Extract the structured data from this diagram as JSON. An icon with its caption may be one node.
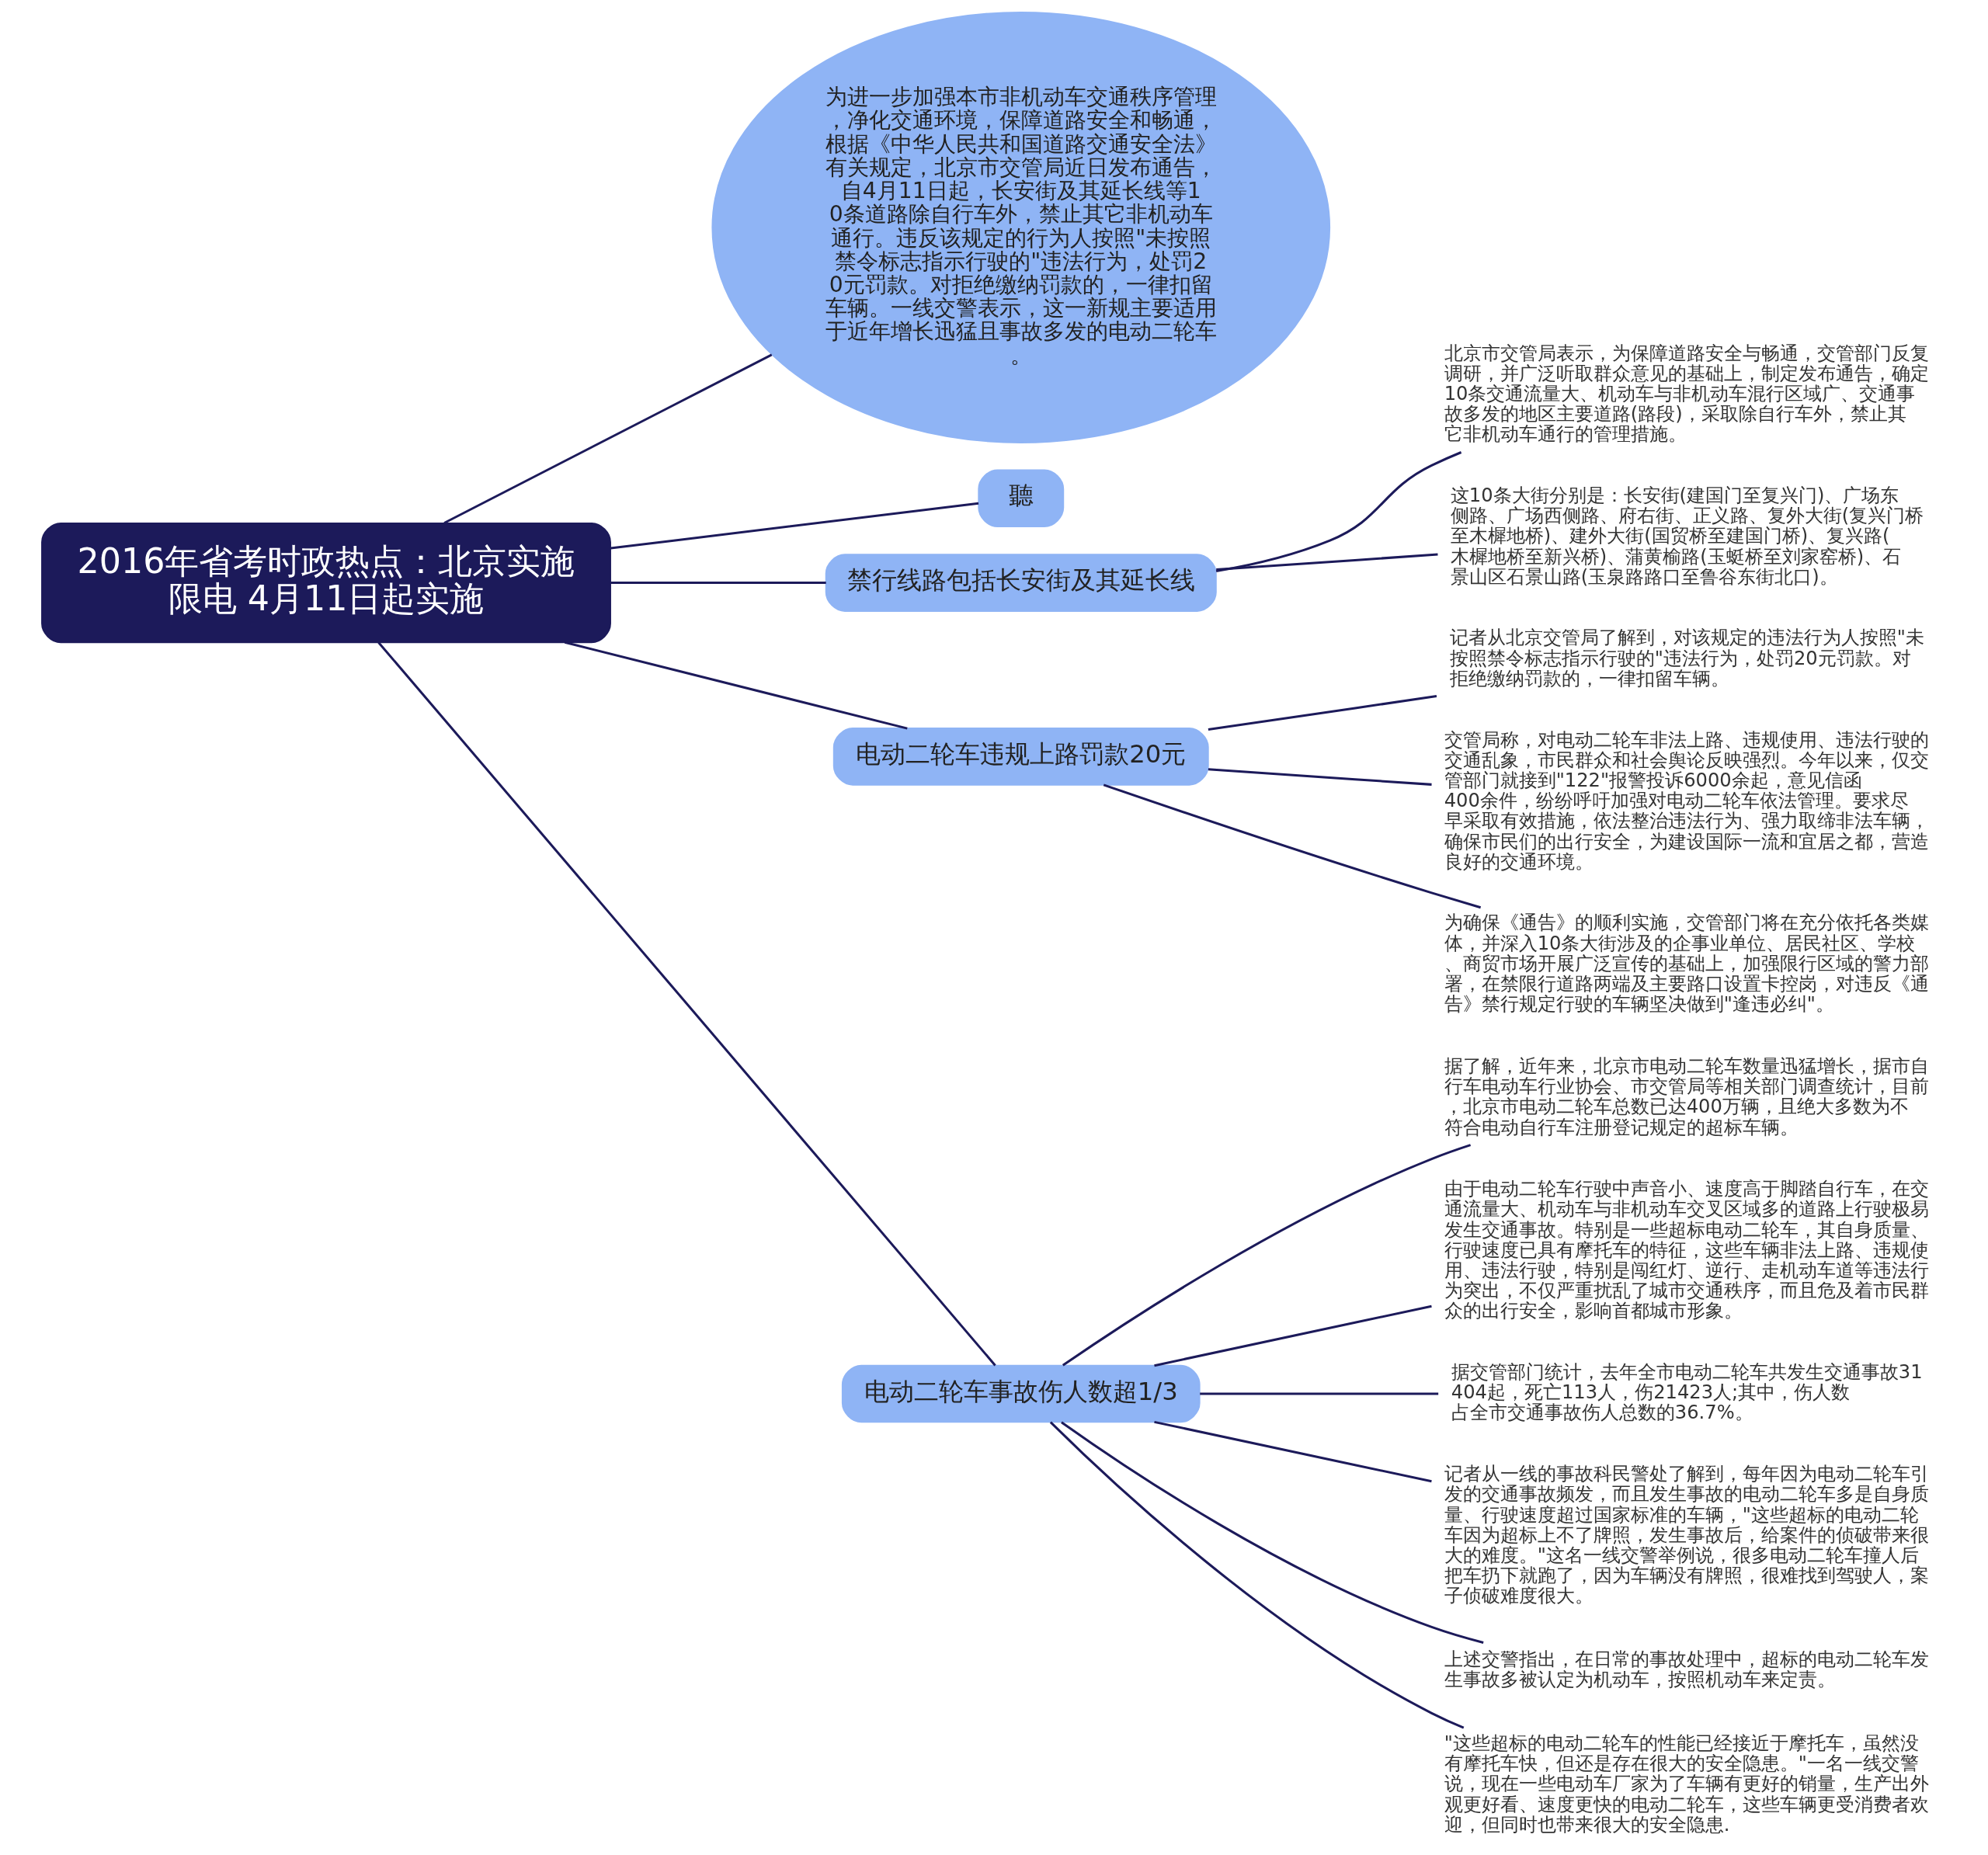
{
  "diagram": {
    "nodes": [
      {
        "text": [
          "2016年省考时政热点：北京实施限电 4月11日起实施"
        ]
      },
      {
        "text": [
          "为进一步加强本市非机动车交通秩序管理，净化交通环境，保障道路安全和畅通，根据《中华人民共和国道路交通安全法》有关规定，北京市交管局近日发布通告，自4月11日起，长安街及其延长线等10条道路除自行车外，禁止其它非机动车通行。违反该规定的行为人按照\"未按照禁令标志指示行驶的\"违法行为，处罚20元罚款。对拒绝缴纳罚款的，一律扣留车辆。一线交警表示，这一新规主要适用于近年增长迅猛且事故多发的电动二轮车。"
        ]
      },
      {
        "text": [
          "聽"
        ]
      },
      {
        "text": [
          "禁行线路包括长安街及其延长线"
        ]
      },
      {
        "text": [
          "北京市交管局表示，为保障道路安全与畅通，交管部门反复调研，并广泛听取群众意见的基础上，制定发布通告，确定10条交通流量大、机动车与非机动车混行区域广、交通事故多发的地区主要道路(路段)，采取除自行车外，禁止其它非机动车通行的管理措施。"
        ]
      },
      {
        "text": [
          "这10条大街分别是：长安街(建国门至复兴门)、广场东侧路、广场西侧路、府右街、正义路、复外大街(复兴门桥至木樨地桥)、建外大街(国贸桥至建国门桥)、复兴路(木樨地桥至新兴桥)、蒲黄榆路(玉蜓桥至刘家窑桥)、石景山区石景山路(玉泉路路口至鲁谷东街北口)。"
        ]
      },
      {
        "text": [
          "电动二轮车违规上路罚款20元"
        ]
      },
      {
        "text": [
          "记者从北京交管局了解到，对该规定的违法行为人按照\"未按照禁令标志指示行驶的\"违法行为，处罚20元罚款。对拒绝缴纳罚款的，一律扣留车辆。"
        ]
      },
      {
        "text": [
          "交管局称，对电动二轮车非法上路、违规使用、违法行驶的交通乱象，市民群众和社会舆论反映强烈。今年以来，仅交管部门就接到\"122\"报警投诉6000余起，意见信函400余件，纷纷呼吁加强对电动二轮车依法管理。要求尽早采取有效措施，依法整治违法行为、强力取缔非法车辆，确保市民们的出行安全，为建设国际一流和宜居之都，营造良好的交通环境。"
        ]
      },
      {
        "text": [
          "为确保《通告》的顺利实施，交管部门将在充分依托各类媒体，并深入10条大街涉及的企事业单位、居民社区、学校、商贸市场开展广泛宣传的基础上，加强限行区域的警力部署，在禁限行道路两端及主要路口设置卡控岗，对违反《通告》禁行规定行驶的车辆坚决做到\"逢违必纠\"。"
        ]
      },
      {
        "text": [
          "电动二轮车事故伤人数超1/3"
        ]
      },
      {
        "text": [
          "据了解，近年来，北京市电动二轮车数量迅猛增长，据市自行车电动车行业协会、市交管局等相关部门调查统计，目前，北京市电动二轮车总数已达400万辆，且绝大多数为不符合电动自行车注册登记规定的超标车辆。"
        ]
      },
      {
        "text": [
          "由于电动二轮车行驶中声音小、速度高于脚踏自行车，在交通流量大、机动车与非机动车交叉区域多的道路上行驶极易发生交通事故。特别是一些超标电动二轮车，其自身质量、行驶速度已具有摩托车的特征，这些车辆非法上路、违规使用、违法行驶，特别是闯红灯、逆行、走机动车道等违法行为突出，不仅严重扰乱了城市交通秩序，而且危及着市民群众的出行安全，影响首都城市形象。"
        ]
      },
      {
        "text": [
          "据交管部门统计，去年全市电动二轮车共发生交通事故31404起，死亡113人，伤21423人;其中，伤人数占全市交通事故伤人总数的36.7%。"
        ]
      },
      {
        "text": [
          "记者从一线的事故科民警处了解到，每年因为电动二轮车引发的交通事故频发，而且发生事故的电动二轮车多是自身质量、行驶速度超过国家标准的车辆，\"这些超标的电动二轮车因为超标上不了牌照，发生事故后，给案件的侦破带来很大的难度。\"这名一线交警举例说，很多电动二轮车撞人后把车扔下就跑了，因为车辆没有牌照，很难找到驾驶人，案子侦破难度很大。"
        ]
      },
      {
        "text": [
          "上述交警指出，在日常的事故处理中，超标的电动二轮车发生事故多被认定为机动车，按照机动车来定责。"
        ]
      },
      {
        "text": [
          "\"这些超标的电动二轮车的性能已经接近于摩托车，虽然没有摩托车快，但还是存在很大的安全隐患。\"一名一线交警说，现在一些电动车厂家为了车辆有更好的销量，生产出外观更好看、速度更快的电动二轮车，这些车辆更受消费者欢迎，但同时也带来很大的安全隐患."
        ]
      }
    ],
    "edges": [
      {
        "from": 0,
        "to": 1,
        "arrow": "none"
      },
      {
        "from": 0,
        "to": 2,
        "arrow": "none"
      },
      {
        "from": 0,
        "to": 3,
        "arrow": "none"
      },
      {
        "from": 3,
        "to": 4,
        "arrow": "none"
      },
      {
        "from": 3,
        "to": 5,
        "arrow": "none"
      },
      {
        "from": 0,
        "to": 6,
        "arrow": "none"
      },
      {
        "from": 6,
        "to": 7,
        "arrow": "none"
      },
      {
        "from": 6,
        "to": 8,
        "arrow": "none"
      },
      {
        "from": 6,
        "to": 9,
        "arrow": "none"
      },
      {
        "from": 0,
        "to": 10,
        "arrow": "none"
      },
      {
        "from": 10,
        "to": 11,
        "arrow": "none"
      },
      {
        "from": 10,
        "to": 12,
        "arrow": "none"
      },
      {
        "from": 10,
        "to": 13,
        "arrow": "none"
      },
      {
        "from": 10,
        "to": 14,
        "arrow": "none"
      },
      {
        "from": 10,
        "to": 15,
        "arrow": "none"
      },
      {
        "from": 10,
        "to": 16,
        "arrow": "none"
      }
    ]
  }
}
